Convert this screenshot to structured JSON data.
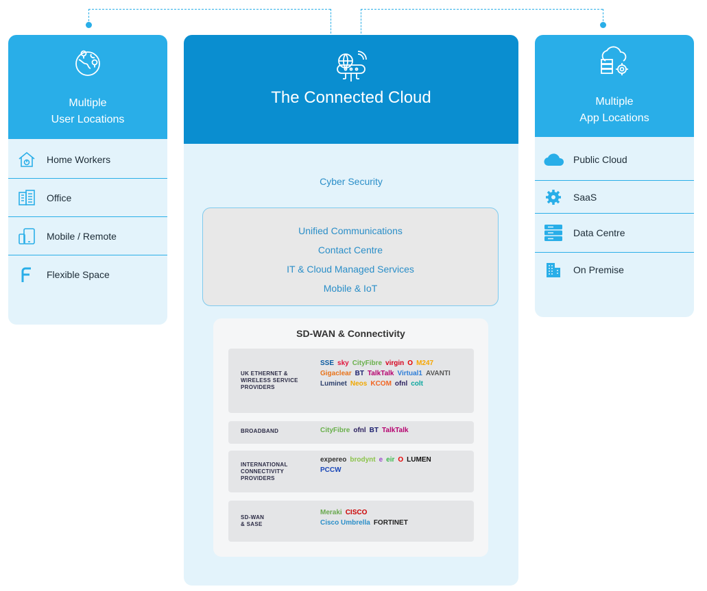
{
  "left_panel": {
    "title_line1": "Multiple",
    "title_line2": "User Locations",
    "icon": "globe-location-icon",
    "items": [
      {
        "label": "Home Workers",
        "icon": "home-icon"
      },
      {
        "label": "Office",
        "icon": "building-icon"
      },
      {
        "label": "Mobile / Remote",
        "icon": "mobile-tablet-icon"
      },
      {
        "label": "Flexible Space",
        "icon": "flexible-f-icon"
      }
    ]
  },
  "center_panel": {
    "title": "The Connected Cloud",
    "icon": "cloud-network-icon",
    "cyber": "Cyber Security",
    "services": [
      "Unified Communications",
      "Contact Centre",
      "IT & Cloud Managed Services",
      "Mobile & IoT"
    ],
    "sdwan": {
      "title": "SD-WAN & Connectivity",
      "groups": [
        {
          "title": "UK ETHERNET &\nWIRELESS SERVICE\nPROVIDERS",
          "logos": [
            {
              "text": "SSE",
              "color": "#0a5aa0"
            },
            {
              "text": "sky",
              "color": "#e0143c"
            },
            {
              "text": "CityFibre",
              "color": "#6ab04c"
            },
            {
              "text": "virgin",
              "color": "#d6001c"
            },
            {
              "text": "O",
              "color": "#e60000"
            },
            {
              "text": "M247",
              "color": "#f7a600"
            },
            {
              "text": "Gigaclear",
              "color": "#e8731a"
            },
            {
              "text": "BT",
              "color": "#1b1f6e"
            },
            {
              "text": "TalkTalk",
              "color": "#b5006e"
            },
            {
              "text": "Virtual1",
              "color": "#2e7dd7"
            },
            {
              "text": "AVANTI",
              "color": "#555555"
            },
            {
              "text": "Luminet",
              "color": "#2b3e6b"
            },
            {
              "text": "Neos",
              "color": "#f0a800"
            },
            {
              "text": "KCOM",
              "color": "#f26522"
            },
            {
              "text": "ofnl",
              "color": "#2a1f5e"
            },
            {
              "text": "colt",
              "color": "#0aa69e"
            }
          ]
        },
        {
          "title": "BROADBAND",
          "logos": [
            {
              "text": "CityFibre",
              "color": "#6ab04c"
            },
            {
              "text": "ofnl",
              "color": "#2a1f5e"
            },
            {
              "text": "BT",
              "color": "#1b1f6e"
            },
            {
              "text": "TalkTalk",
              "color": "#b5006e"
            }
          ]
        },
        {
          "title": "INTERNATIONAL\nCONNECTIVITY\nPROVIDERS",
          "logos": [
            {
              "text": "expereo",
              "color": "#333333"
            },
            {
              "text": "brodynt",
              "color": "#8bc34a"
            },
            {
              "text": "e",
              "color": "#9b4dca"
            },
            {
              "text": "eir",
              "color": "#3cb94a"
            },
            {
              "text": "O",
              "color": "#e60000"
            },
            {
              "text": "LUMEN",
              "color": "#111111"
            },
            {
              "text": "PCCW",
              "color": "#1a47b8"
            }
          ]
        },
        {
          "title": "SD-WAN\n& SASE",
          "logos": [
            {
              "text": "Meraki",
              "color": "#6aa84f"
            },
            {
              "text": "CISCO",
              "color": "#cc0000"
            },
            {
              "text": "Cisco Umbrella",
              "color": "#2a8ec8"
            },
            {
              "text": "FORTINET",
              "color": "#222222"
            }
          ]
        }
      ]
    }
  },
  "right_panel": {
    "title_line1": "Multiple",
    "title_line2": "App Locations",
    "icon": "cloud-server-gear-icon",
    "items": [
      {
        "label": "Public Cloud",
        "icon": "cloud-icon"
      },
      {
        "label": "SaaS",
        "icon": "gear-icon"
      },
      {
        "label": "Data Centre",
        "icon": "server-icon"
      },
      {
        "label": "On Premise",
        "icon": "building-icon"
      }
    ]
  },
  "colors": {
    "accent": "#29aee8",
    "dark_accent": "#0a8ed0",
    "panel_bg": "#e3f3fb",
    "text_blue": "#2a8ec8"
  }
}
